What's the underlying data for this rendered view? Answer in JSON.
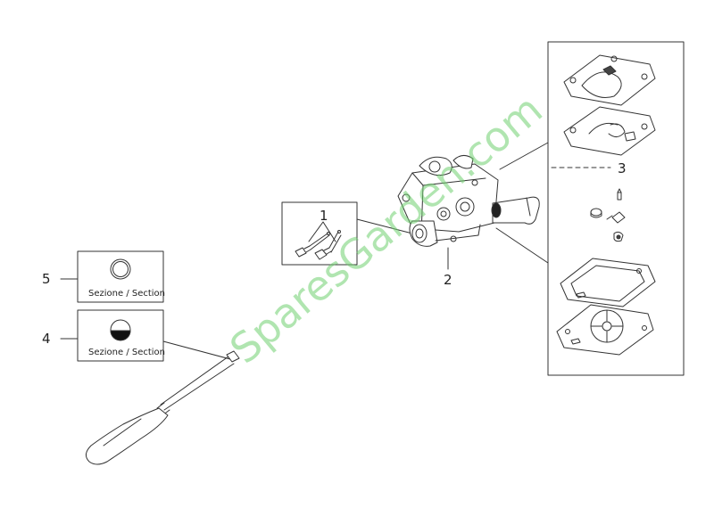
{
  "callouts": {
    "c1": "1",
    "c2": "2",
    "c3": "3",
    "c4": "4",
    "c5": "5"
  },
  "captions": {
    "section_5": "Sezione / Section",
    "section_4": "Sezione / Section"
  },
  "watermark": {
    "text": "SparesGarden.com",
    "color": "#6fd06f"
  },
  "colors": {
    "line": "#333333",
    "box": "#555555",
    "background": "#ffffff"
  }
}
